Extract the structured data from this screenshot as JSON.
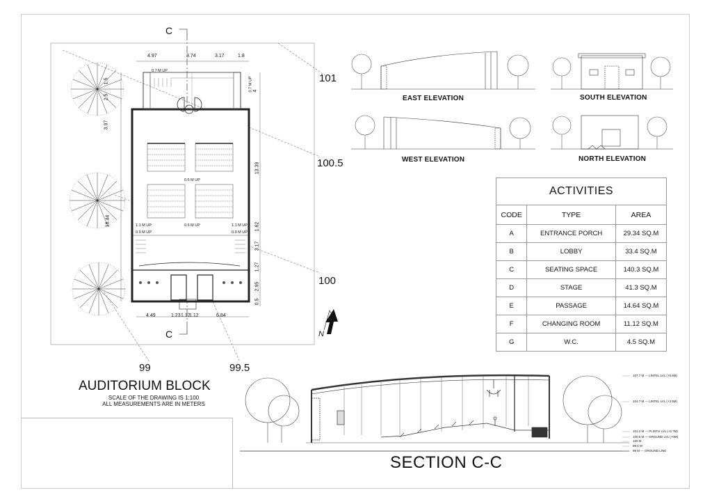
{
  "drawing": {
    "title": "AUDITORIUM BLOCK",
    "scale_note": "SCALE OF THE DRAWING IS 1:100",
    "units_note": "ALL MEASUREMENTS ARE IN METERS",
    "section_title": "SECTION C-C",
    "section_marker": "C",
    "north_label": "N"
  },
  "contours": [
    "101",
    "100.5",
    "100",
    "99",
    "99.5"
  ],
  "elevations": {
    "east": "EAST ELEVATION",
    "south": "SOUTH ELEVATION",
    "west": "WEST ELEVATION",
    "north": "NORTH ELEVATION"
  },
  "plan_dimensions": {
    "top": [
      "4.97",
      "3.74",
      "3.17",
      "1.8"
    ],
    "bottom": [
      "4.49",
      "1.23",
      "1.12",
      "1.12",
      "6.84"
    ],
    "right": [
      "4",
      "13.39",
      "1.62",
      "3.17",
      "1.27",
      "2.95",
      "0.5"
    ],
    "left": [
      "1.5",
      "2.5",
      "3.97",
      "18.44"
    ],
    "notes": [
      "0.7 M UP",
      "0.7 M UP",
      "0.5 M UP",
      "1.1 M UP",
      "0.6 M UP",
      "1.1 M UP",
      "0.9 M UP",
      "0.9 M UP"
    ]
  },
  "activities": {
    "caption": "ACTIVITIES",
    "headers": [
      "CODE",
      "TYPE",
      "AREA"
    ],
    "rows": [
      [
        "A",
        "ENTRANCE PORCH",
        "29.34 SQ.M"
      ],
      [
        "B",
        "LOBBY",
        "33.4 SQ.M"
      ],
      [
        "C",
        "SEATING SPACE",
        "140.3 SQ.M"
      ],
      [
        "D",
        "STAGE",
        "41.3 SQ.M"
      ],
      [
        "E",
        "PASSAGE",
        "14.64 SQ.M"
      ],
      [
        "F",
        "CHANGING ROOM",
        "11.12 SQ.M"
      ],
      [
        "G",
        "W.C.",
        "4.5 SQ.M"
      ]
    ]
  },
  "section_levels": [
    "107.7 M --- LINTEL LVL (+5.5M)",
    "104.7 M --- LINTEL LVL (+3.5M)",
    "101.2 M --- PLINTH LVL (+0.7M)",
    "100.5 M --- GROUND LVL (+0M)",
    "100 M",
    "99.5 M",
    "99 M --- GROUND LINE"
  ]
}
